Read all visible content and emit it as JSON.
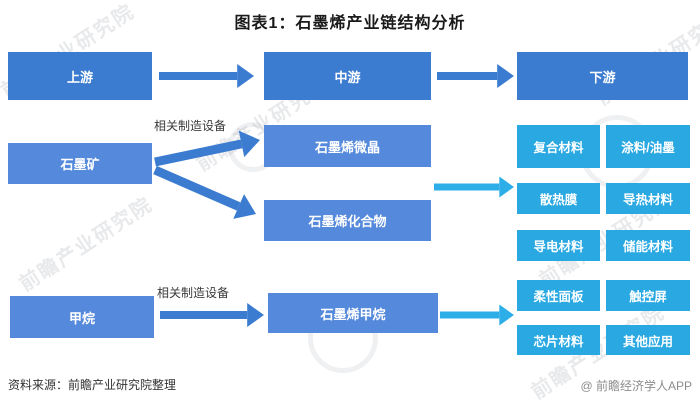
{
  "title": "图表1：石墨烯产业链结构分析",
  "colors": {
    "primary_blue": "#3c7cd0",
    "light_blue": "#5589db",
    "app_cyan": "#29a8e2",
    "cyan_arrow": "#2eaee8"
  },
  "tiers": {
    "upstream": "上游",
    "midstream": "中游",
    "downstream": "下游"
  },
  "nodes": {
    "graphite_ore": "石墨矿",
    "graphene_microcrystal": "石墨烯微晶",
    "graphene_compound": "石墨烯化合物",
    "methane": "甲烷",
    "graphene_methane": "石墨烯甲烷"
  },
  "labels": {
    "equipment_top": "相关制造设备",
    "equipment_bottom": "相关制造设备"
  },
  "applications": [
    "复合材料",
    "涂料/油墨",
    "散热膜",
    "导热材料",
    "导电材料",
    "储能材料",
    "柔性面板",
    "触控屏",
    "芯片材料",
    "其他应用"
  ],
  "watermark": {
    "text": "前瞻产业研究院"
  },
  "footer": {
    "source": "资料来源：前瞻产业研究院整理",
    "credit": "@ 前瞻经济学人APP"
  }
}
